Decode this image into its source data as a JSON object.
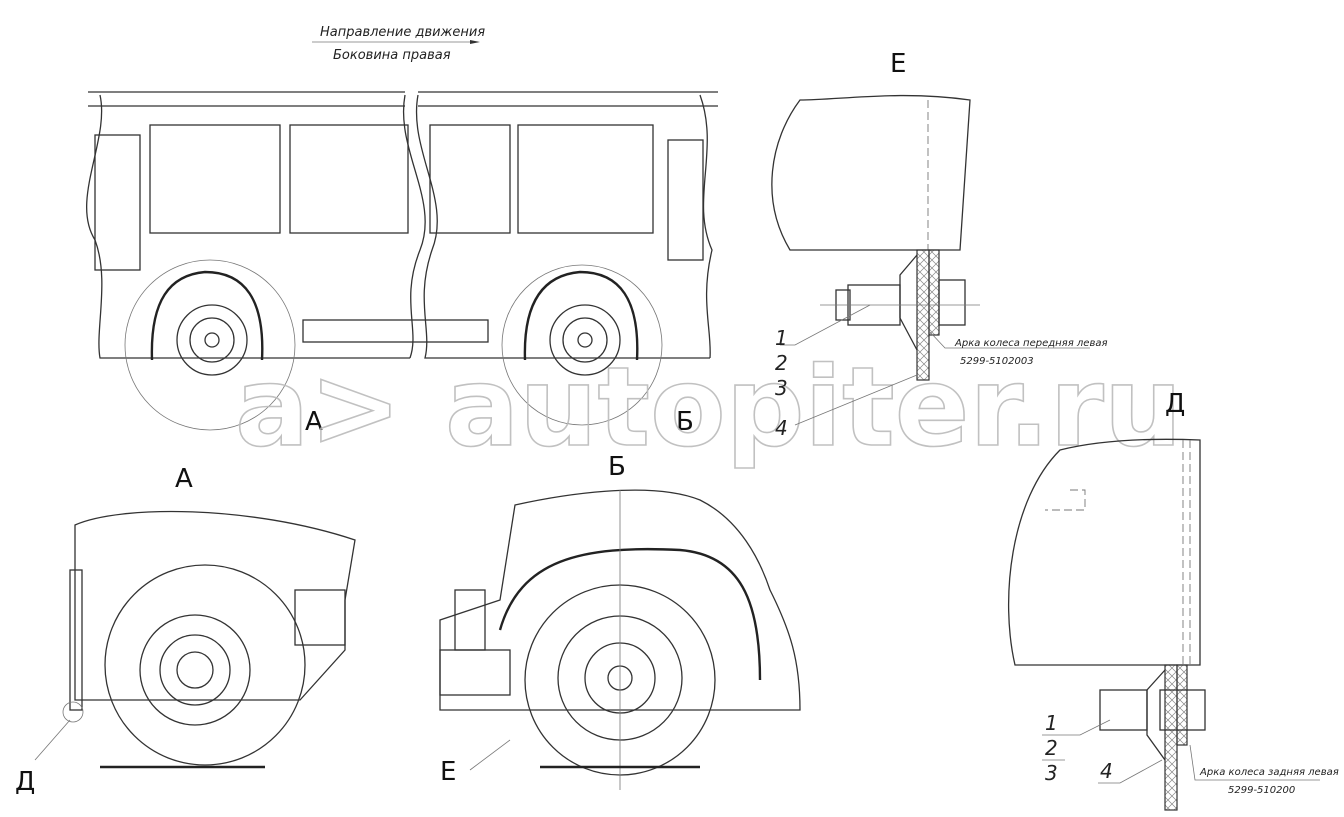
{
  "header": {
    "direction_label": "Направление движения",
    "side_label": "Боковина правая"
  },
  "views": {
    "e_title": "Е",
    "d_title": "Д",
    "a_title": "А",
    "b_title": "Б",
    "callout_a": "А",
    "callout_b": "Б",
    "callout_d": "Д",
    "callout_e": "Е"
  },
  "detail_e": {
    "items": [
      "1",
      "2",
      "3",
      "4"
    ],
    "note": "Арка колеса передняя левая",
    "part_number": "5299-5102003"
  },
  "detail_d": {
    "items": [
      "1",
      "2",
      "3",
      "4"
    ],
    "note": "Арка колеса задняя левая",
    "part_number": "5299-510200"
  },
  "watermark": {
    "logo": "a>",
    "text": "autopiter.ru"
  }
}
